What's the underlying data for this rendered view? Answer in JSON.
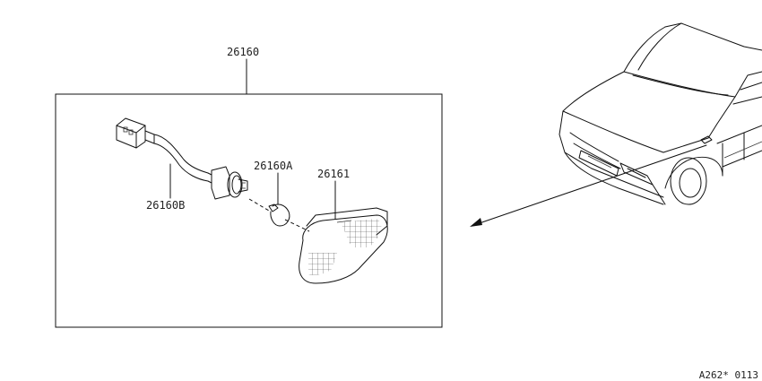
{
  "parts": {
    "assembly": "26160",
    "bulb": "26160A",
    "harness": "26160B",
    "lamp": "26161"
  },
  "diagram_code": "A262* 0113"
}
